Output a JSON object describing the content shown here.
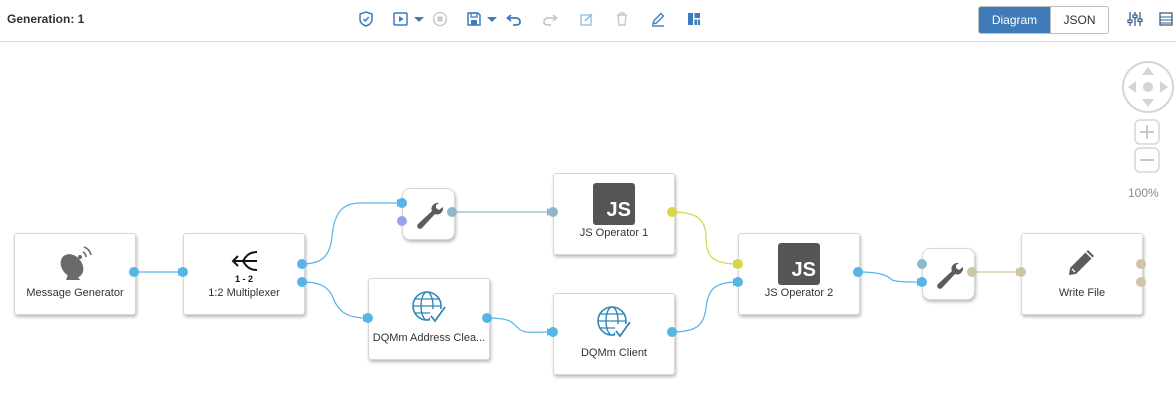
{
  "header": {
    "generation": "Generation: 1",
    "view_toggle": {
      "diagram": "Diagram",
      "json": "JSON",
      "selected": "Diagram"
    },
    "icons": [
      "shield-icon",
      "play-icon",
      "play-dropdown-icon",
      "stop-icon",
      "save-icon",
      "save-dropdown-icon",
      "undo-icon",
      "redo-icon",
      "edit-box-icon",
      "trash-icon",
      "pencil-icon",
      "layout-icon",
      "settings-sliders-icon",
      "panel-icon"
    ]
  },
  "zoom": {
    "level": "100%"
  },
  "nodes": {
    "message_generator": {
      "label": "Message Generator",
      "icon": "satellite-dish-icon"
    },
    "multiplexer": {
      "label": "1:2 Multiplexer",
      "badge": "1 - 2",
      "icon": "split-arrow-icon"
    },
    "mapper_top": {
      "label": "",
      "icon": "wrench-icon"
    },
    "dqmm_address": {
      "label": "DQMm Address Clea...",
      "icon": "globe-check-icon"
    },
    "js_operator_1": {
      "label": "JS Operator 1",
      "icon": "js-icon",
      "icon_text": "JS"
    },
    "dqmm_client": {
      "label": "DQMm Client",
      "icon": "globe-check-icon"
    },
    "js_operator_2": {
      "label": "JS Operator 2",
      "icon": "js-icon",
      "icon_text": "JS"
    },
    "mapper_right": {
      "label": "",
      "icon": "wrench-icon"
    },
    "write_file": {
      "label": "Write File",
      "icon": "pencil-icon"
    }
  },
  "colors": {
    "port_blue": "#56b4e6",
    "port_gray": "#8fb7c7",
    "port_yellow": "#d8d64a",
    "port_purple": "#9c9ef0",
    "port_tan": "#cfc6a8",
    "accent": "#3f7bb8"
  }
}
